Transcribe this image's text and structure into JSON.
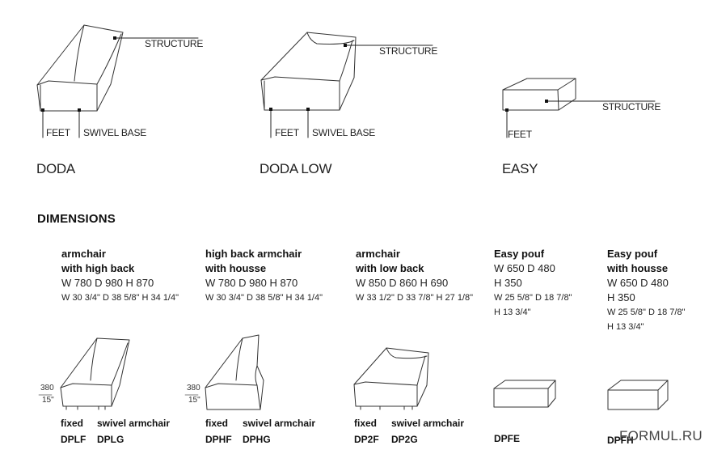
{
  "products": {
    "doda": {
      "name": "DODA",
      "labels": {
        "structure": "STRUCTURE",
        "feet": "FEET",
        "swivel_base": "SWIVEL BASE"
      }
    },
    "doda_low": {
      "name": "DODA LOW",
      "labels": {
        "structure": "STRUCTURE",
        "feet": "FEET",
        "swivel_base": "SWIVEL BASE"
      }
    },
    "easy": {
      "name": "EASY",
      "labels": {
        "structure": "STRUCTURE",
        "feet": "FEET"
      }
    }
  },
  "dimensions": {
    "heading": "DIMENSIONS",
    "items": [
      {
        "title1": "armchair",
        "title2": "with high back",
        "metric": "W 780 D 980 H 870",
        "imperial": "W 30 3/4\" D 38 5/8\" H 34 1/4\"",
        "seat_height_mm": "380",
        "seat_height_in": "15\"",
        "variant1": "fixed",
        "variant2": "swivel armchair",
        "code1": "DPLF",
        "code2": "DPLG"
      },
      {
        "title1": "high back armchair",
        "title2": "with housse",
        "metric": "W 780 D 980 H 870",
        "imperial": "W 30 3/4\" D 38 5/8\" H 34 1/4\"",
        "seat_height_mm": "380",
        "seat_height_in": "15\"",
        "variant1": "fixed",
        "variant2": "swivel armchair",
        "code1": "DPHF",
        "code2": "DPHG"
      },
      {
        "title1": "armchair",
        "title2": "with low back",
        "metric": "W 850 D 860 H 690",
        "imperial": "W 33 1/2\" D 33 7/8\" H 27 1/8\"",
        "variant1": "fixed",
        "variant2": "swivel armchair",
        "code1": "DP2F",
        "code2": "DP2G"
      },
      {
        "title1": "Easy pouf",
        "metric1": "W 650 D 480",
        "metric2": "H 350",
        "imperial1": "W 25 5/8\" D 18 7/8\"",
        "imperial2": "H 13 3/4\"",
        "code1": "DPFE"
      },
      {
        "title1": "Easy pouf",
        "title2": "with housse",
        "metric1": "W 650 D 480",
        "metric2": "H 350",
        "imperial1": "W 25 5/8\" D 18 7/8\"",
        "imperial2": "H 13 3/4\"",
        "code1": "DPFH"
      }
    ]
  },
  "watermark": "FORMUL.RU"
}
